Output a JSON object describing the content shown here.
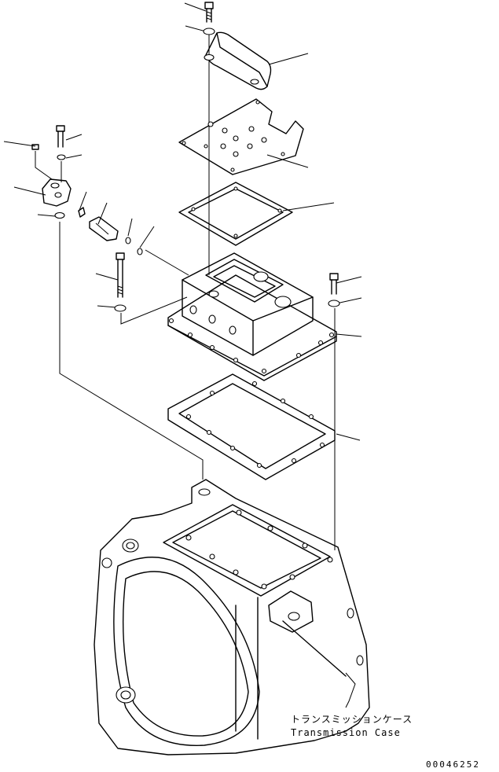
{
  "callout": {
    "jp": "トランスミッションケース",
    "en": "Transmission Case"
  },
  "drawing_number": "00046252",
  "colors": {
    "line": "#000000",
    "background": "#ffffff"
  }
}
